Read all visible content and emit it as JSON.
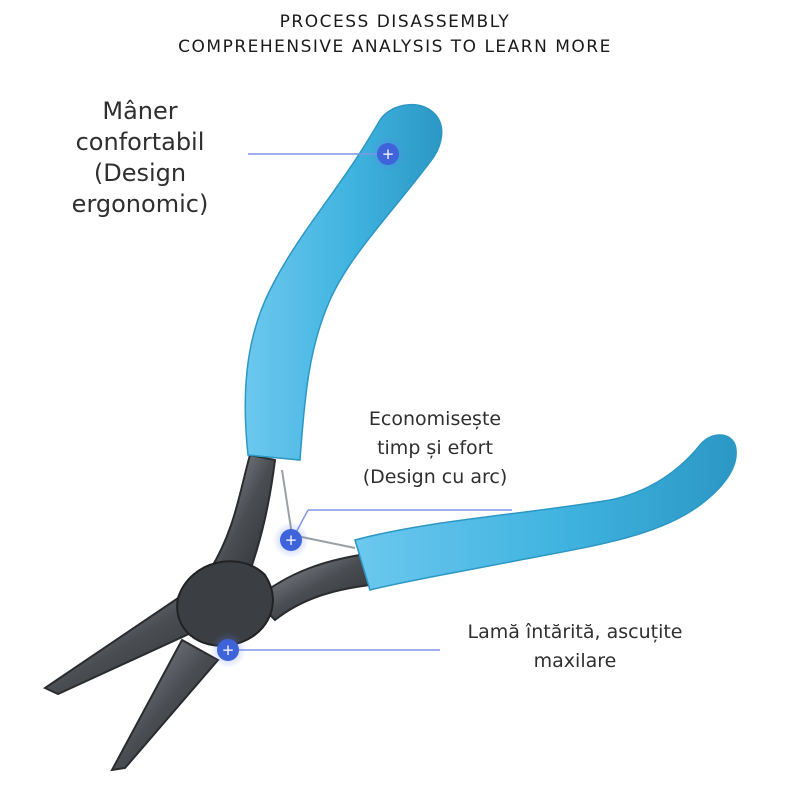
{
  "header": {
    "line1": "PROCESS DISASSEMBLY",
    "line2": "COMPREHENSIVE ANALYSIS TO LEARN MORE"
  },
  "callouts": [
    {
      "lines": [
        "Mâner",
        "confortabil",
        "(Design",
        "ergonomic)"
      ],
      "marker_icon": "plus-icon"
    },
    {
      "lines": [
        "Economisește",
        "timp și efort",
        "(Design cu arc)"
      ],
      "marker_icon": "plus-icon"
    },
    {
      "lines": [
        "Lamă întărită, ascuțite",
        "maxilare"
      ],
      "marker_icon": "plus-icon"
    }
  ],
  "colors": {
    "handle": "#3fb3e0",
    "handle_shadow": "#2c97c4",
    "metal": "#4a4d52",
    "metal_light": "#8a8e94",
    "marker": "#3f63d8",
    "leader_line": "#7f96e6"
  }
}
